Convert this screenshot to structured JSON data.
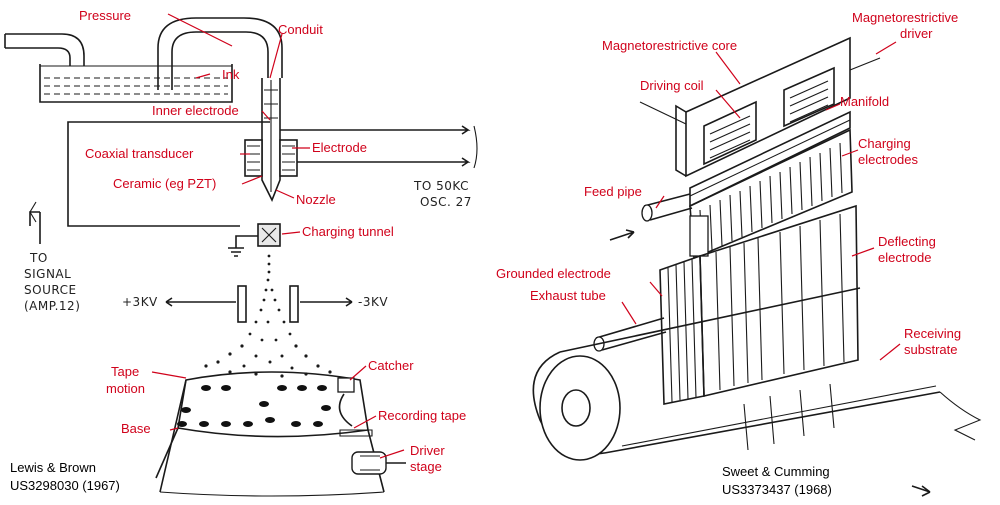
{
  "left_figure": {
    "labels": {
      "pressure": "Pressure",
      "conduit": "Conduit",
      "ink": "Ink",
      "inner_electrode": "Inner electrode",
      "electrode": "Electrode",
      "coaxial_transducer": "Coaxial transducer",
      "ceramic": "Ceramic (eg PZT)",
      "nozzle": "Nozzle",
      "charging_tunnel": "Charging tunnel",
      "tape_motion_1": "Tape",
      "tape_motion_2": "motion",
      "catcher": "Catcher",
      "base": "Base",
      "recording_tape": "Recording tape",
      "driver_stage_1": "Driver",
      "driver_stage_2": "stage"
    },
    "handwritten": {
      "to_50kc": "TO 50KC",
      "osc27": "OSC. 27",
      "to": "TO",
      "signal": "SIGNAL",
      "source": "SOURCE",
      "amp12": "(AMP.12)",
      "plus3kv": "+3KV",
      "minus3kv": "-3KV"
    },
    "caption": {
      "line1": "Lewis & Brown",
      "line2": "US3298030 (1967)"
    }
  },
  "right_figure": {
    "labels": {
      "magnetorestrictive_driver_1": "Magnetorestrictive",
      "magnetorestrictive_driver_2": "driver",
      "magnetorestrictive_core": "Magnetorestrictive core",
      "driving_coil": "Driving coil",
      "manifold": "Manifold",
      "charging_electrodes_1": "Charging",
      "charging_electrodes_2": "electrodes",
      "feed_pipe": "Feed pipe",
      "deflecting_electrode_1": "Deflecting",
      "deflecting_electrode_2": "electrode",
      "grounded_electrode": "Grounded electrode",
      "exhaust_tube": "Exhaust tube",
      "receiving_substrate_1": "Receiving",
      "receiving_substrate_2": "substrate"
    },
    "caption": {
      "line1": "Sweet & Cumming",
      "line2": "US3373437 (1968)"
    }
  }
}
